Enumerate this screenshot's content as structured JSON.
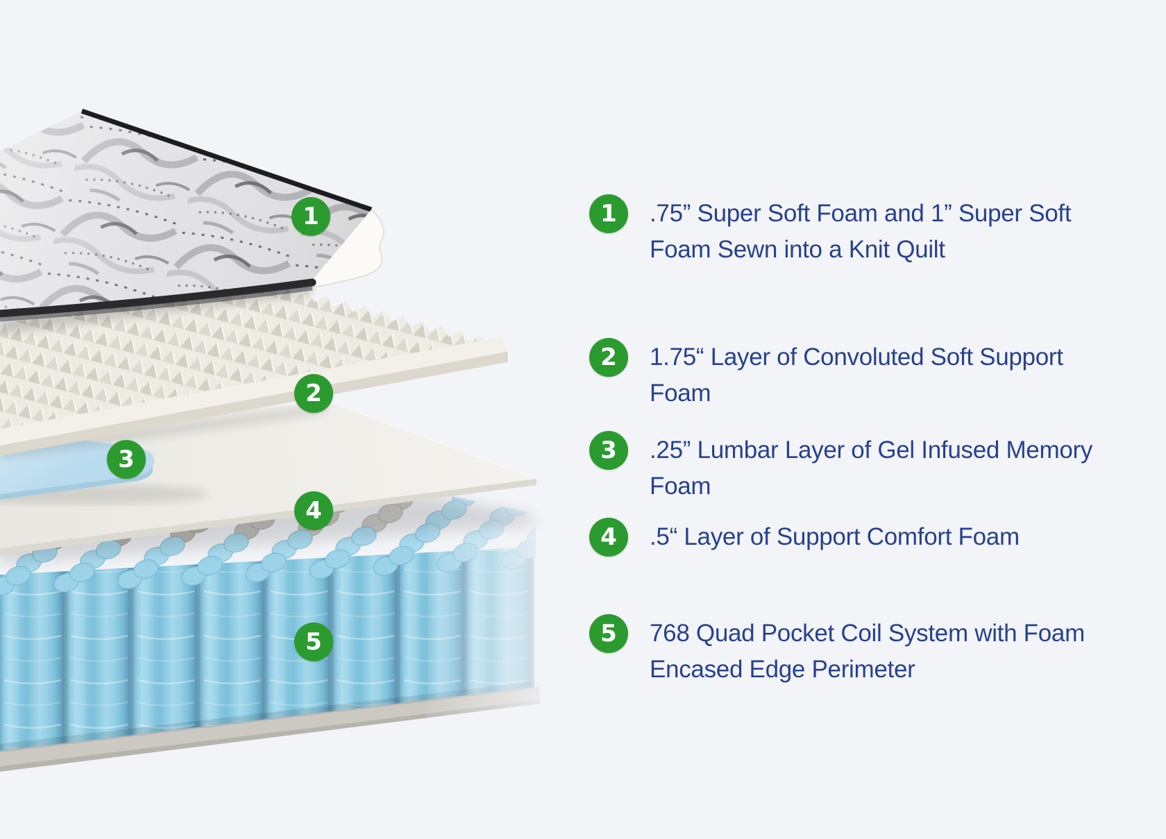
{
  "colors": {
    "background": "#f3f4f7",
    "accent_green": "#2b9b30",
    "text_navy": "#27418d",
    "coil_blue": "#8ccbe2",
    "gel_blue": "#c8e1f1",
    "quilt_gray": "#e2e2e4",
    "foam_cream": "#eeebe4"
  },
  "diagram": {
    "badges": [
      {
        "number": "1"
      },
      {
        "number": "2"
      },
      {
        "number": "3"
      },
      {
        "number": "4"
      },
      {
        "number": "5"
      }
    ]
  },
  "legend": {
    "items": [
      {
        "number": "1",
        "text": ".75” Super Soft Foam and 1” Super Soft\nFoam Sewn into a Knit Quilt"
      },
      {
        "number": "2",
        "text": "1.75“ Layer of Convoluted Soft Support\nFoam"
      },
      {
        "number": "3",
        "text": ".25” Lumbar Layer of Gel Infused Memory\nFoam"
      },
      {
        "number": "4",
        "text": ".5“ Layer of Support Comfort Foam"
      },
      {
        "number": "5",
        "text": "768 Quad Pocket Coil System with Foam\nEncased Edge Perimeter"
      }
    ]
  }
}
